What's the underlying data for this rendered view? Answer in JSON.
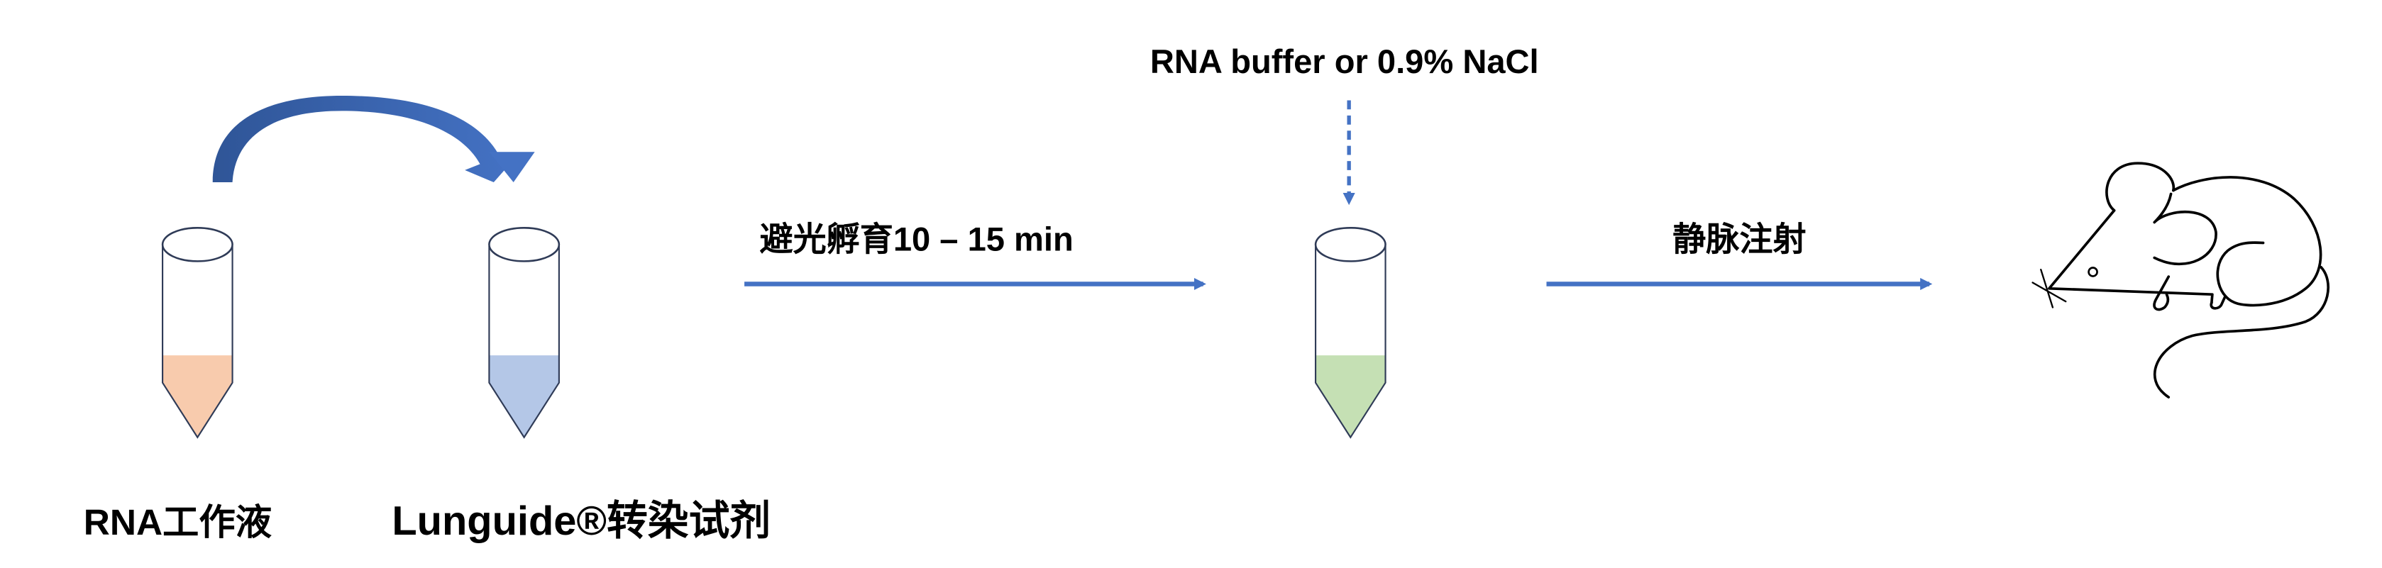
{
  "labels": {
    "rna_working_solution": "RNA工作液",
    "lunguide_reagent": "Lunguide®转染试剂",
    "incubation_step": "避光孵育10 – 15 min",
    "buffer_addition": "RNA buffer or 0.9% NaCl",
    "injection_step": "静脉注射"
  },
  "colors": {
    "arrow": "#4472C4",
    "arc_arrow_dark": "#2F5597",
    "rna_liquid": "#F8CBAD",
    "reagent_liquid": "#B4C7E7",
    "mixture_liquid": "#C5E0B4",
    "tube_outline": "#2F3B57"
  },
  "icons": {
    "tube": "microcentrifuge-tube-icon",
    "animal": "mouse-icon"
  }
}
